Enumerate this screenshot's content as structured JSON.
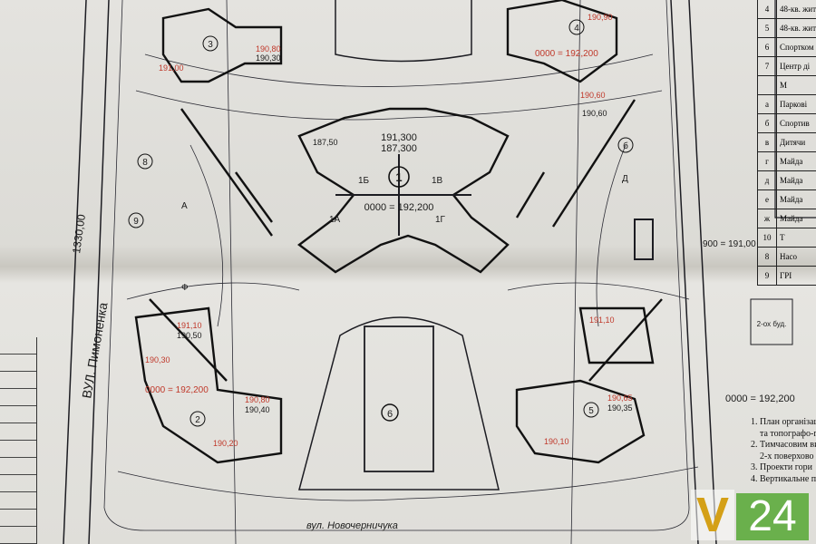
{
  "plan": {
    "central_mark": "0000 = 192,200",
    "right_mark": "0000 = 192,200",
    "right_level": "900 = 191,00",
    "left_coord": "1330,00",
    "street_left": "ВУЛ. Пимоненка",
    "street_bottom": "вул. Новочерничука",
    "annex_label": "2-ох буд.",
    "buildings": [
      {
        "id": "1",
        "elev": [
          "191,300",
          "187,300"
        ]
      },
      {
        "id": "2",
        "elev": [
          "190,80",
          "190,40"
        ]
      },
      {
        "id": "3",
        "elev": [
          "190,80",
          "190,30"
        ]
      },
      {
        "id": "4",
        "elev": [
          "190,90",
          "190,60"
        ]
      },
      {
        "id": "5",
        "elev": [
          "190,65",
          "190,35"
        ]
      },
      {
        "id": "6",
        "elev": []
      }
    ],
    "sections": [
      "1А",
      "1Б",
      "1В",
      "1Г"
    ],
    "site_markers": [
      "8",
      "9",
      "б",
      "А",
      "Ф",
      "Д"
    ],
    "spot_elevations": [
      "191,00",
      "187,50",
      "191,10",
      "190,50",
      "190,30",
      "190,60",
      "190,20",
      "190,10",
      "191,10"
    ]
  },
  "legend": {
    "rows": [
      {
        "num": "4",
        "text": "48-кв. жит"
      },
      {
        "num": "5",
        "text": "48-кв. жит"
      },
      {
        "num": "6",
        "text": "Спортком"
      },
      {
        "num": "7",
        "text": "Центр ді"
      },
      {
        "num": "",
        "text": "М"
      },
      {
        "num": "а",
        "text": "Паркові"
      },
      {
        "num": "б",
        "text": "Спортив"
      },
      {
        "num": "в",
        "text": "Дитячи"
      },
      {
        "num": "г",
        "text": "Майда"
      },
      {
        "num": "д",
        "text": "Майда"
      },
      {
        "num": "е",
        "text": "Майда"
      },
      {
        "num": "ж",
        "text": "Майда"
      },
      {
        "num": "10",
        "text": "Т"
      },
      {
        "num": "8",
        "text": "Насо"
      },
      {
        "num": "9",
        "text": "ГРІ"
      }
    ]
  },
  "notes": [
    "1. План організаці",
    "та топографо-г",
    "2. Тимчасовим ви",
    "2-х поверхово",
    "3. Проекти гори",
    "4. Вертикальне п"
  ],
  "watermark": {
    "left": "V",
    "right": "24"
  }
}
